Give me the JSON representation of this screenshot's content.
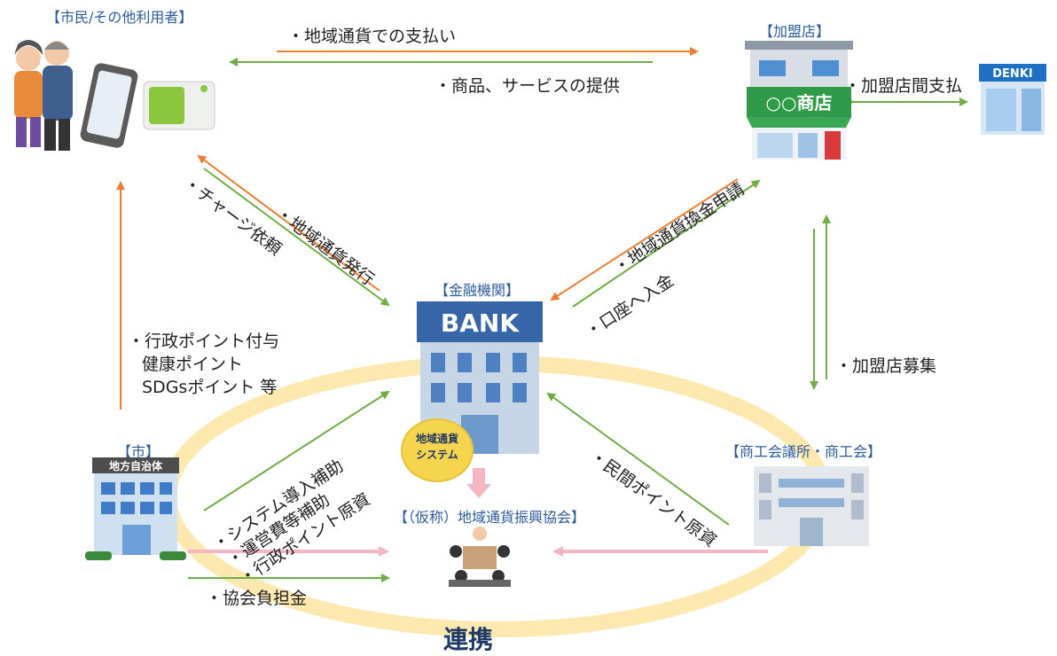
{
  "nodes": {
    "citizens": "【市民/その他利用者】",
    "store": "【加盟店】",
    "bank": "【金融機関】",
    "city": "【市】",
    "chamber": "【商工会議所・商工会】",
    "association": "【（仮称）地域通貨振興協会】"
  },
  "icons": {
    "bank_sign": "BANK",
    "shop_sign": "○○商店",
    "denki_sign": "DENKI",
    "city_sign": "地方自治体",
    "system_badge_line1": "地域通貨",
    "system_badge_line2": "システム"
  },
  "flows": {
    "pay": "・地域通貨での支払い",
    "goods": "・商品、サービスの提供",
    "inter_store": "・加盟店間支払",
    "charge": "・チャージ依頼",
    "issue": "・地域通貨発行",
    "exchange": "・地域通貨換金申請",
    "deposit": "・口座へ入金",
    "recruit": "・加盟店募集",
    "points_1": "・行政ポイント付与",
    "points_2": "健康ポイント",
    "points_3": "SDGsポイント 等",
    "subsidy_1": "・システム導入補助",
    "subsidy_2": "・運営費等補助",
    "subsidy_3": "・行政ポイント原資",
    "private_points": "・民間ポイント原資",
    "fee": "・協会負担金"
  },
  "center_label": "連携",
  "colors": {
    "orange": "#ed7d31",
    "green": "#70ad47",
    "pink": "#f4b6c2",
    "ring": "#fde9b0",
    "title_blue": "#2e5a9c",
    "navy": "#1f3864"
  }
}
